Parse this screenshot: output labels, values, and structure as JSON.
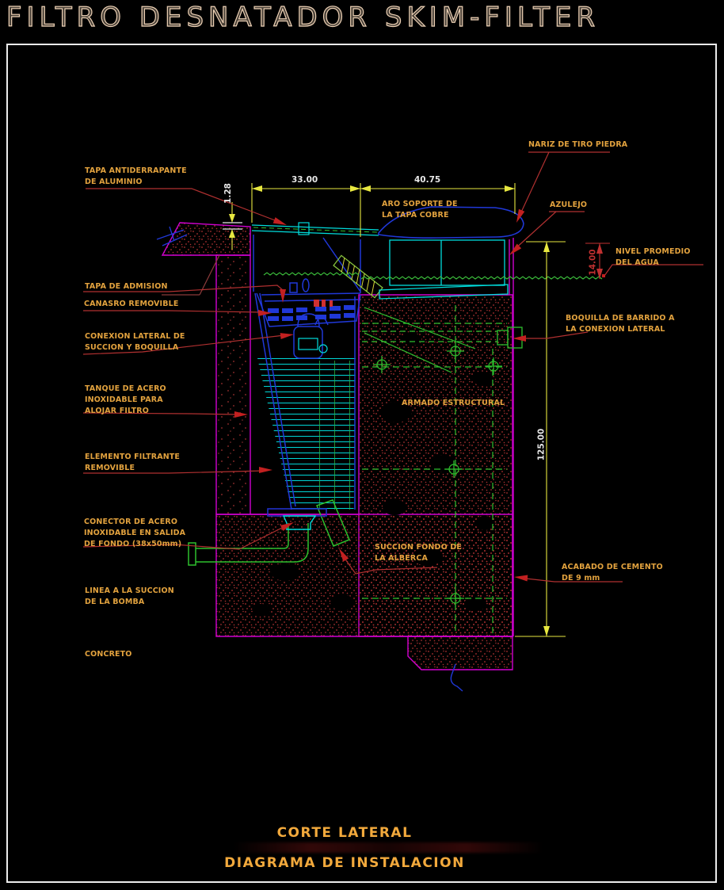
{
  "title": "FILTRO DESNATADOR SKIM-FILTER",
  "footer": {
    "line1": "CORTE LATERAL",
    "line2": "DIAGRAMA DE INSTALACION"
  },
  "labels": {
    "tapa_antiderrapante": "TAPA ANTIDERRAPANTE\nDE ALUMINIO",
    "tapa_admision": "TAPA DE ADMISION",
    "canasro": "CANASRO REMOVIBLE",
    "conexion_lateral": "CONEXION LATERAL DE\nSUCCION Y BOQUILLA",
    "tanque": "TANQUE DE ACERO\nINOXIDABLE PARA\nALOJAR  FILTRO",
    "elemento": "ELEMENTO FILTRANTE\nREMOVIBLE",
    "conector": "CONECTOR DE ACERO\nINOXIDABLE EN SALIDA\nDE  FONDO (38x50mm)",
    "linea_succion": "LINEA A LA SUCCION\nDE LA BOMBA",
    "concreto": "CONCRETO",
    "nariz": "NARIZ  DE TIRO  PIEDRA",
    "azulejo": "AZULEJO",
    "nivel": "NIVEL PROMEDIO\nDEL AGUA",
    "boquilla": "BOQUILLA DE BARRIDO A\nLA CONEXION  LATERAL",
    "acabado": "ACABADO DE CEMENTO\nDE 9 mm",
    "aro": "ARO SOPORTE DE\nLA TAPA COBRE",
    "armado": "ARMADO ESTRUCTURAL",
    "succion_fondo": "SUCCION FONDO DE\nLA ALBERCA"
  },
  "dimensions": {
    "deck_left": "33.00",
    "deck_right": "40.75",
    "lid_thickness": "1.28",
    "water_depth_top": "14.00",
    "wall_height": "125.00"
  },
  "colors": {
    "background": "#000000",
    "frame": "#ECECEC",
    "title_text": "#ECD0B4",
    "label_text": "#E2A23E",
    "caption_text": "#F2A93C",
    "dimension_text": "#E8E8E8",
    "dimension_yellow": "#E8E840",
    "leader_red": "#C03030",
    "structure_magenta": "#D000D0",
    "structure_blue": "#2038D8",
    "detail_cyan": "#00DCDC",
    "rebar_green": "#2EC02E",
    "hatch_red": "#B03030"
  }
}
